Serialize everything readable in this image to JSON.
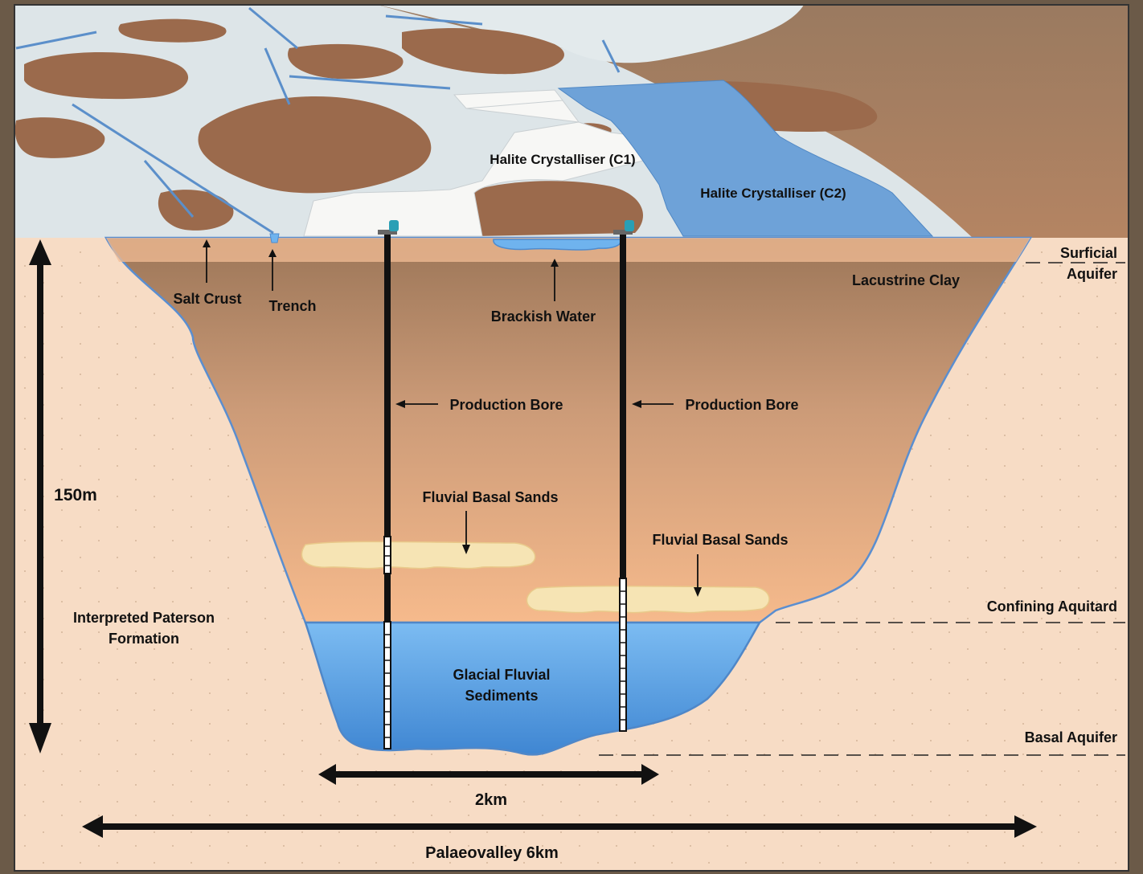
{
  "aerial_labels": {
    "crystalliser_c1": "Halite Crystalliser (C1)",
    "crystalliser_c2": "Halite Crystalliser (C2)"
  },
  "labels": {
    "salt_crust": "Salt Crust",
    "trench": "Trench",
    "brackish_water": "Brackish Water",
    "lacustrine_clay": "Lacustrine Clay",
    "production_bore_1": "Production Bore",
    "production_bore_2": "Production Bore",
    "fluvial_basal_sands_1": "Fluvial Basal Sands",
    "fluvial_basal_sands_2": "Fluvial Basal Sands",
    "glacial_line1": "Glacial Fluvial",
    "glacial_line2": "Sediments",
    "paterson_line1": "Interpreted Paterson",
    "paterson_line2": "Formation",
    "depth": "150m",
    "bore_spacing": "2km",
    "palaeovalley": "Palaeovalley 6km"
  },
  "aquifers": {
    "surficial_line1": "Surficial",
    "surficial_line2": "Aquifer",
    "confining": "Confining Aquitard",
    "basal": "Basal Aquifer"
  },
  "colors": {
    "background": "#f6dcc4",
    "clay_top": "#a0785a",
    "clay_bottom": "#f4b68a",
    "glacial": "#5a9fe0",
    "sand": "#f6e3b0",
    "salt_lake": "#dfe7ea",
    "crystalliser_c2": "#6ea0d6",
    "outline": "#4e83c4"
  }
}
